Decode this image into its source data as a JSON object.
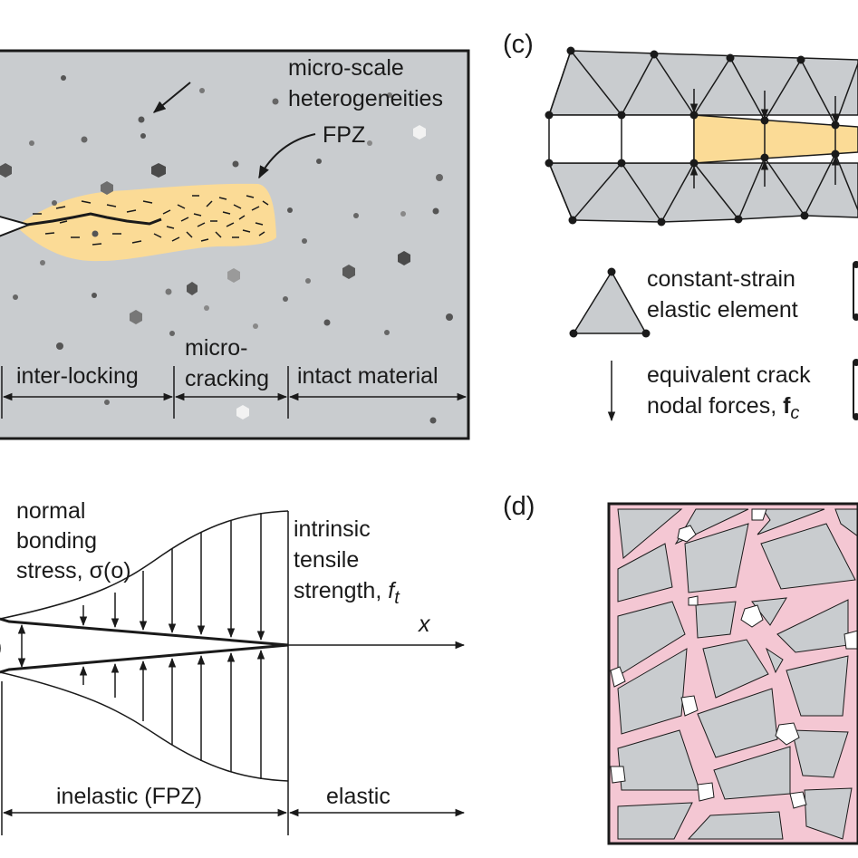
{
  "panel_a": {
    "micro_scale_line1": "micro-scale",
    "micro_scale_line2": "heterogeneities",
    "fpz": "FPZ",
    "inter_locking": "inter-locking",
    "micro_line1": "micro-",
    "micro_line2": "cracking",
    "intact": "intact material"
  },
  "panel_b": {
    "normal": "normal",
    "bonding": "bonding",
    "stress": "stress, σ(o)",
    "intrinsic": "intrinsic",
    "tensile": "tensile",
    "strength": "strength, ",
    "ft_f": "f",
    "ft_sub": "t",
    "x_axis": "x",
    "left_paren": ")",
    "inelastic": "inelastic (FPZ)",
    "elastic": "elastic"
  },
  "panel_c": {
    "label": "(c)",
    "legend_element_line1": "constant-strain",
    "legend_element_line2": "elastic element",
    "legend_force_line1": "equivalent crack",
    "legend_force_line2": "nodal forces, ",
    "fc_f": "f",
    "fc_sub": "c"
  },
  "panel_d": {
    "label": "(d)"
  },
  "colors": {
    "panel_gray": "#c9cccf",
    "fpz_yellow": "#fbdb96",
    "interface_pink": "#f4c7d3",
    "line": "#1a1a1a"
  }
}
